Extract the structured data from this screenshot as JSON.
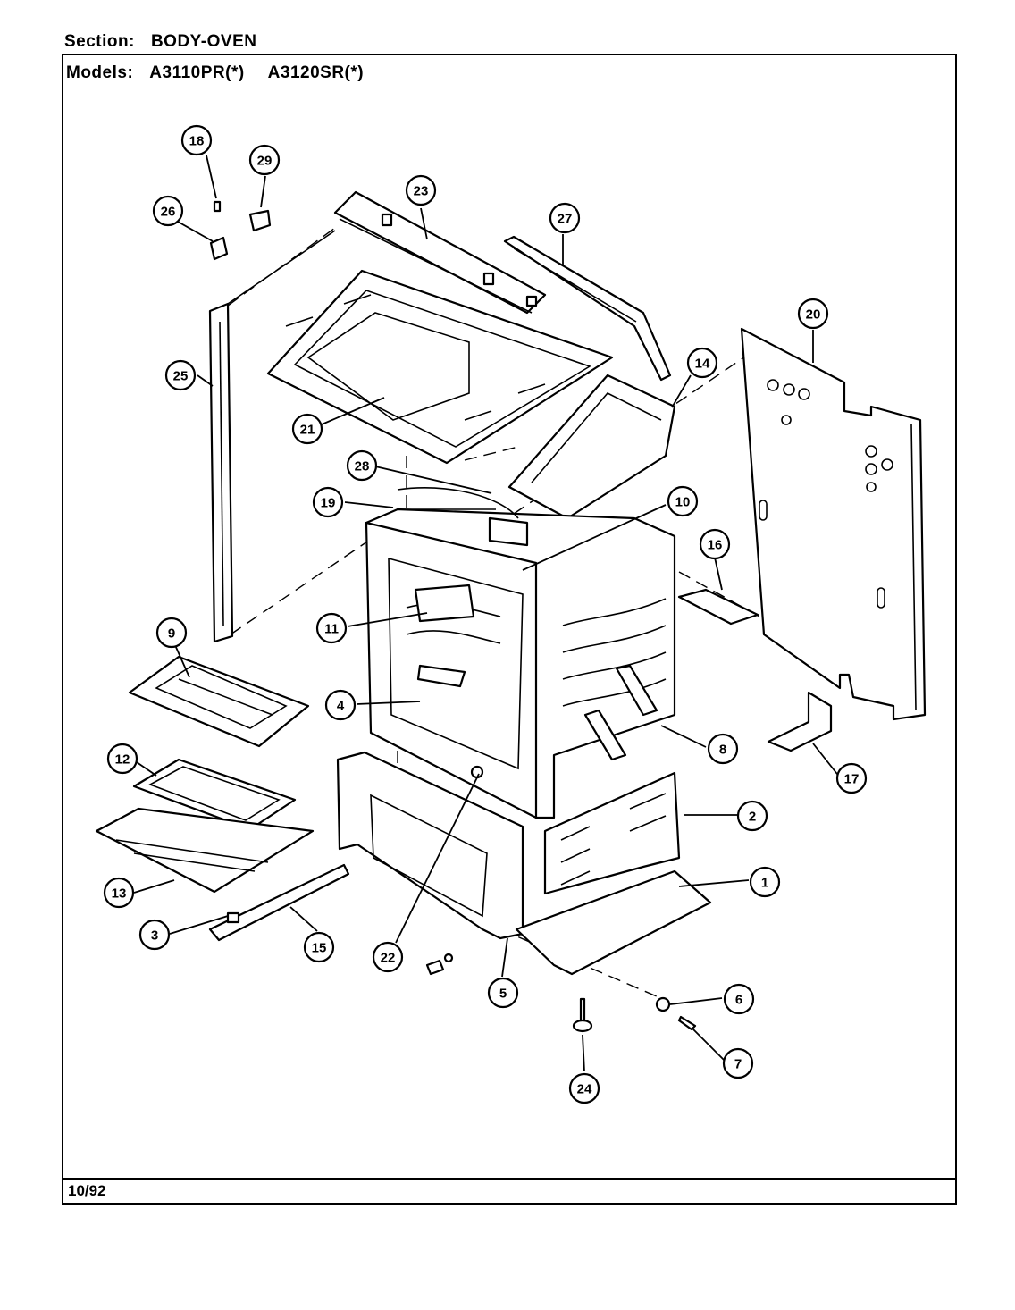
{
  "header": {
    "section_label": "Section:",
    "section_value": "BODY-OVEN",
    "models_label": "Models:",
    "model_1": "A3110PR(*)",
    "model_2": "A3120SR(*)"
  },
  "footer": {
    "date": "10/92"
  },
  "callouts": [
    "18",
    "29",
    "26",
    "23",
    "27",
    "20",
    "14",
    "25",
    "21",
    "28",
    "19",
    "10",
    "16",
    "11",
    "9",
    "4",
    "8",
    "12",
    "2",
    "17",
    "1",
    "13",
    "3",
    "15",
    "22",
    "5",
    "6",
    "7",
    "24"
  ]
}
